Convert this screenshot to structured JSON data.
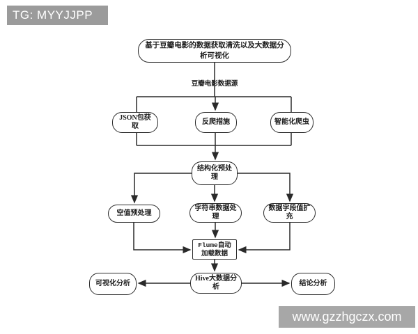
{
  "watermarks": {
    "tg": "TG: MYYJJPP",
    "site": "www.gzzhgczx.com",
    "bg_color_top": "#9b9b9b",
    "bg_color_bottom": "#a7a7a7",
    "text_color": "#ffffff"
  },
  "diagram": {
    "title": "基于豆瓣电影的数据获取清洗以及大数据分析可视化",
    "datasource_label": "豆瓣电影数据源",
    "nodes": {
      "json_capture": "JSON包获取",
      "anti_crawl": "反爬措施",
      "smart_crawler": "智能化爬虫",
      "structured_preprocess": "结构化预处理",
      "null_preprocess": "空值预处理",
      "string_process": "字符串数据处理",
      "field_expand": "数据字段值扩充",
      "flume": "Flume自动加载数据",
      "hive": "Hive大数据分析",
      "visual_analysis": "可视化分析",
      "conclusion_analysis": "结论分析"
    },
    "edges": [
      {
        "from": "title",
        "to": "datasource_label"
      },
      {
        "from": "datasource_label",
        "to": "json_capture"
      },
      {
        "from": "datasource_label",
        "to": "anti_crawl"
      },
      {
        "from": "datasource_label",
        "to": "smart_crawler"
      },
      {
        "from": "json_capture",
        "to": "structured_preprocess"
      },
      {
        "from": "anti_crawl",
        "to": "structured_preprocess"
      },
      {
        "from": "smart_crawler",
        "to": "structured_preprocess"
      },
      {
        "from": "structured_preprocess",
        "to": "null_preprocess"
      },
      {
        "from": "structured_preprocess",
        "to": "string_process"
      },
      {
        "from": "structured_preprocess",
        "to": "field_expand"
      },
      {
        "from": "null_preprocess",
        "to": "flume"
      },
      {
        "from": "string_process",
        "to": "flume"
      },
      {
        "from": "field_expand",
        "to": "flume"
      },
      {
        "from": "flume",
        "to": "hive"
      },
      {
        "from": "hive",
        "to": "visual_analysis"
      },
      {
        "from": "hive",
        "to": "conclusion_analysis"
      }
    ],
    "colors": {
      "line": "#2a2a2a",
      "node_border": "#2a2a2a",
      "node_fill": "#ffffff",
      "background": "#ffffff"
    }
  }
}
